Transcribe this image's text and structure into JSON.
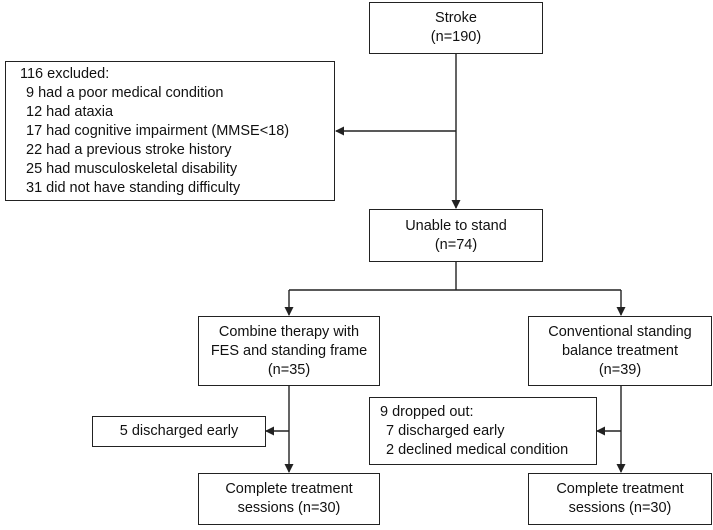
{
  "stroke": {
    "title": "Stroke",
    "count": "(n=190)"
  },
  "excluded": {
    "title": "116 excluded:",
    "items": [
      "9 had a poor medical condition",
      "12 had ataxia",
      "17 had cognitive impairment (MMSE<18)",
      "22 had a previous stroke history",
      "25 had musculoskeletal disability",
      "31 did not have standing difficulty"
    ]
  },
  "unable": {
    "title": "Unable to stand",
    "count": "(n=74)"
  },
  "left_group": {
    "line1": "Combine therapy with",
    "line2": "FES and standing frame",
    "count": "(n=35)"
  },
  "right_group": {
    "line1": "Conventional standing",
    "line2": "balance treatment",
    "count": "(n=39)"
  },
  "left_dropout": {
    "text": "5 discharged early"
  },
  "right_dropout": {
    "title": "9 dropped out:",
    "items": [
      "7 discharged early",
      "2 declined medical condition"
    ]
  },
  "left_complete": {
    "line1": "Complete treatment",
    "line2": "sessions (n=30)"
  },
  "right_complete": {
    "line1": "Complete treatment",
    "line2": "sessions (n=30)"
  },
  "colors": {
    "stroke": "#222222",
    "background": "#ffffff",
    "text": "#111111"
  }
}
